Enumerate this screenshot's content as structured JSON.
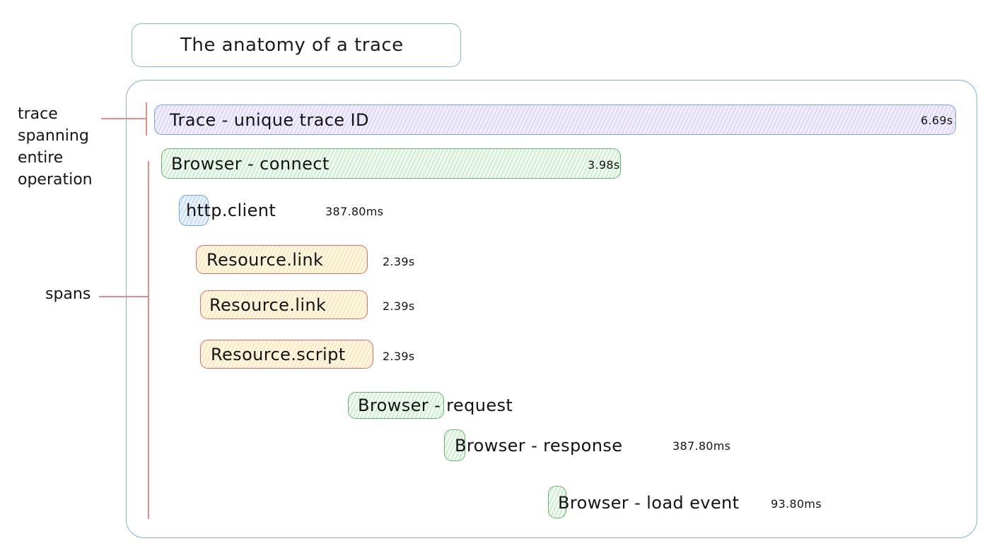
{
  "title": "The anatomy of a trace",
  "annotations": {
    "trace_label": "trace spanning entire operation",
    "spans_label": "spans"
  },
  "trace": {
    "label": "Trace - unique trace ID",
    "duration": "6.69s"
  },
  "spans": [
    {
      "label": "Browser - connect",
      "duration": "3.98s",
      "color": "green"
    },
    {
      "label": "http.client",
      "duration": "387.80ms",
      "color": "blue"
    },
    {
      "label": "Resource.link",
      "duration": "2.39s",
      "color": "yellow"
    },
    {
      "label": "Resource.link",
      "duration": "2.39s",
      "color": "yellow"
    },
    {
      "label": "Resource.script",
      "duration": "2.39s",
      "color": "yellow"
    },
    {
      "label": "Browser - request",
      "duration": "",
      "color": "green"
    },
    {
      "label": "Browser - response",
      "duration": "387.80ms",
      "color": "green"
    },
    {
      "label": "Browser - load event",
      "duration": "93.80ms",
      "color": "green"
    }
  ],
  "colors": {
    "container_border": "#82aedd",
    "trace_fill": "#f2effd",
    "trace_border": "#7ba2dd",
    "green_fill": "#f0faf1",
    "green_border": "#66b56e",
    "blue_fill": "#eaf3fc",
    "blue_border": "#6fa8dc",
    "yellow_fill": "#fdf6e1",
    "yellow_border": "#e06e68",
    "annotation_line": "#e07a74",
    "text": "#141414"
  }
}
